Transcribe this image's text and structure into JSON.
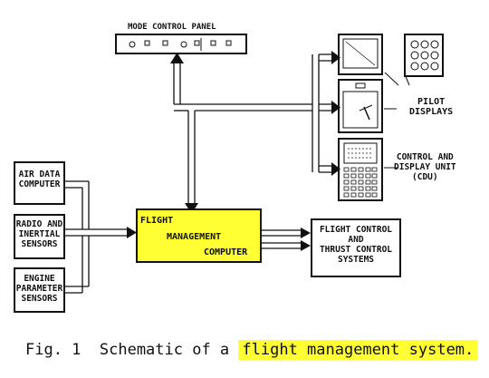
{
  "diagram": {
    "mode_control_panel": "MODE CONTROL PANEL",
    "pilot_displays": "PILOT\nDISPLAYS",
    "cdu": "CONTROL AND\nDISPLAY UNIT\n(CDU)",
    "air_data": "AIR DATA\nCOMPUTER",
    "radio": "RADIO AND\nINERTIAL\nSENSORS",
    "engine": "ENGINE\nPARAMETER\nSENSORS",
    "fmc_line1": "FLIGHT",
    "fmc_line2": "MANAGEMENT",
    "fmc_line3": "COMPUTER",
    "flight_control": "FLIGHT CONTROL\nAND\nTHRUST CONTROL\nSYSTEMS",
    "highlight_color": "#ffff33"
  },
  "caption": {
    "prefix": "Fig. 1  Schematic of a ",
    "highlight": "flight management system."
  }
}
